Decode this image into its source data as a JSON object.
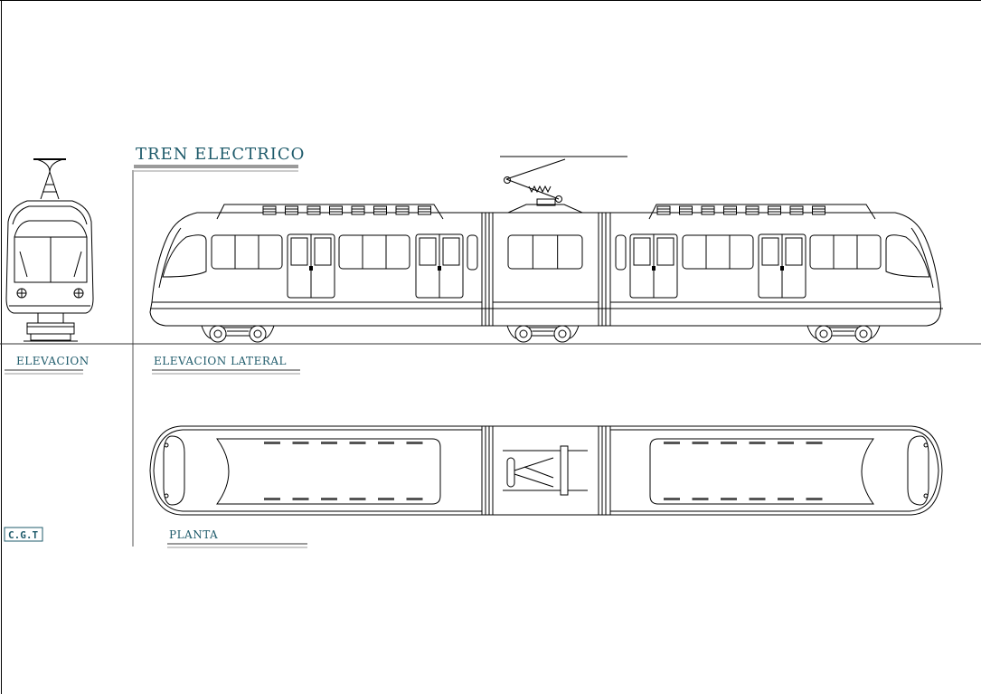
{
  "drawing": {
    "title": "TREN  ELECTRICO",
    "labels": {
      "front_view": "ELEVACION",
      "side_view": "ELEVACION  LATERAL",
      "plan_view": "PLANTA",
      "stamp": "C.G.T"
    },
    "colors": {
      "line": "#000000",
      "text": "#1f5b6b",
      "underline": "#9a9a9a",
      "background": "#ffffff"
    }
  }
}
